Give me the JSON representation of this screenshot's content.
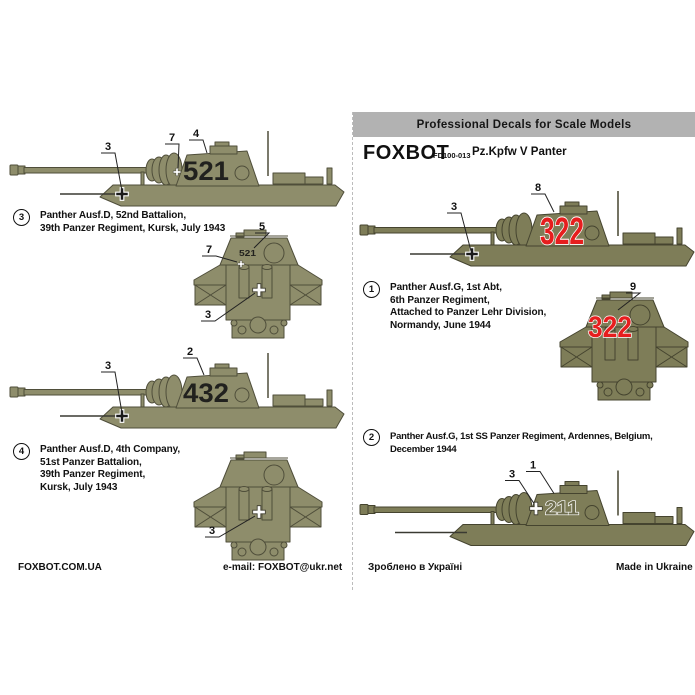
{
  "header": {
    "banner": "Professional Decals for Scale Models",
    "brand": "FOXBOT",
    "code": "FD100-013",
    "title": "Pz.Kpfw V Panter"
  },
  "captions": {
    "v1": {
      "badge": "1",
      "text": "Panther Ausf.G, 1st Abt,\n6th Panzer Regiment,\nAttached to Panzer Lehr Division,\nNormandy, June 1944"
    },
    "v2": {
      "badge": "2",
      "text": "Panther Ausf.G, 1st SS Panzer Regiment, Ardennes, Belgium, December 1944"
    },
    "v3": {
      "badge": "3",
      "text": "Panther Ausf.D, 52nd Battalion,\n39th Panzer Regiment, Kursk, July 1943"
    },
    "v4": {
      "badge": "4",
      "text": "Panther Ausf.D, 4th Company,\n51st Panzer Battalion,\n39th Panzer Regiment,\nKursk, July 1943"
    }
  },
  "tanks": {
    "side521": {
      "number": "521",
      "c1": "3",
      "c2": "7",
      "c3": "4"
    },
    "rear521": {
      "number": "521",
      "c1": "5",
      "c2": "7",
      "c3": "3"
    },
    "side432": {
      "number": "432",
      "c1": "3",
      "c2": "2"
    },
    "rear432": {
      "c1": "3"
    },
    "side322": {
      "number": "322",
      "c1": "3",
      "c2": "8"
    },
    "rear322": {
      "number": "322",
      "c1": "9"
    },
    "side211": {
      "number": "211",
      "c1": "3",
      "c2": "1"
    }
  },
  "footer": {
    "site": "FOXBOT.COM.UA",
    "email": "e-mail: FOXBOT@ukr.net",
    "made_ua": "Зроблено в Україні",
    "made_en": "Made in Ukraine"
  },
  "colors": {
    "banner_bg": "#b2b2b2",
    "tank_body_left": "#8e8d6b",
    "tank_body_right": "#7e7d58",
    "tank_outline": "#4f4e3a",
    "number_black": "#21211e",
    "number_red": "#e61e1e",
    "number_outline": "#ffffff"
  }
}
